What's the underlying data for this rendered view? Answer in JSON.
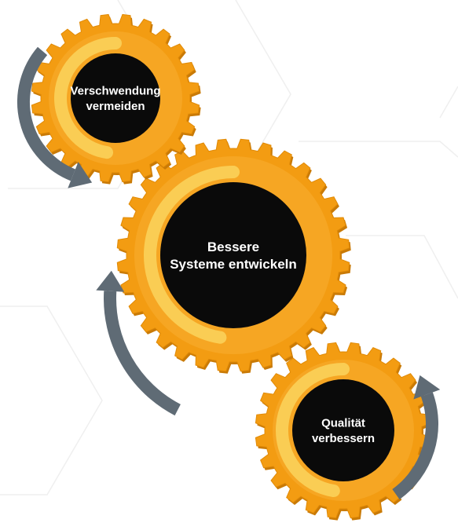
{
  "colors": {
    "gear": "#f39c12",
    "gear_dark": "#e08a07",
    "gear_highlight": "#fbd25a",
    "hub": "#0a0a0a",
    "arrow": "#5f6b75",
    "background_lines": "#eeeeee"
  },
  "gears": [
    {
      "id": "gear-waste",
      "label_lines": [
        "Verschwendung",
        "vermeiden"
      ]
    },
    {
      "id": "gear-systems",
      "label_lines": [
        "Bessere",
        "Systeme entwickeln"
      ]
    },
    {
      "id": "gear-quality",
      "label_lines": [
        "Qualität",
        "verbessern"
      ]
    }
  ],
  "arrows": [
    {
      "id": "arrow-left-top",
      "direction": "counter-clockwise"
    },
    {
      "id": "arrow-left-middle",
      "direction": "clockwise"
    },
    {
      "id": "arrow-right-bottom",
      "direction": "clockwise"
    }
  ]
}
